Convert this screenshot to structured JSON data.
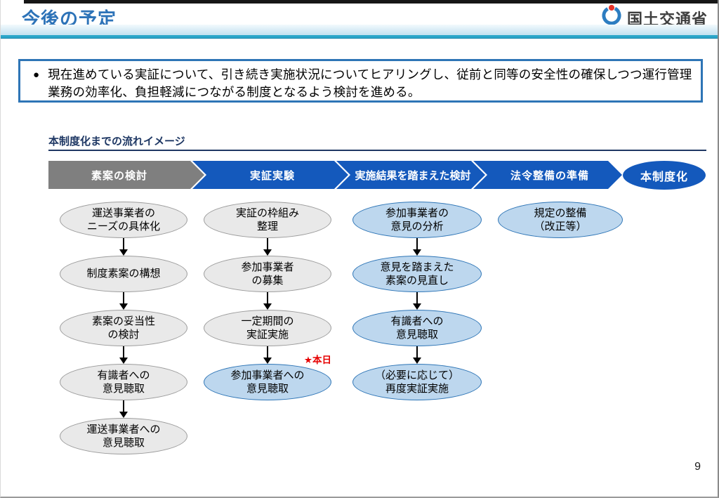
{
  "header": {
    "title": "今後の予定",
    "agency": "国土交通省"
  },
  "summary": {
    "bullet": "●",
    "text": "現在進めている実証について、引き続き実施状況についてヒアリングし、従前と同等の安全性の確保しつつ運行管理業務の効率化、負担軽減につながる制度となるよう検討を進める。"
  },
  "flow": {
    "title": "本制度化までの流れイメージ",
    "phases": [
      {
        "label": "素案の検討",
        "color": "#7f7f7f"
      },
      {
        "label": "実証実験",
        "color": "#1459bc"
      },
      {
        "label": "実施結果を踏まえた検討",
        "color": "#1459bc"
      },
      {
        "label": "法令整備の準備",
        "color": "#1459bc"
      }
    ],
    "final": {
      "label": "本制度化",
      "color": "#1459bc"
    },
    "today_marker": "★本日",
    "columns": [
      {
        "phase": "素案の検討",
        "steps": [
          {
            "label": "運送事業者の\nニーズの具体化",
            "variant": "gray"
          },
          {
            "label": "制度素案の構想",
            "variant": "gray"
          },
          {
            "label": "素案の妥当性\nの検討",
            "variant": "gray"
          },
          {
            "label": "有識者への\n意見聴取",
            "variant": "gray"
          },
          {
            "label": "運送事業者への\n意見聴取",
            "variant": "gray"
          }
        ]
      },
      {
        "phase": "実証実験",
        "steps": [
          {
            "label": "実証の枠組み\n整理",
            "variant": "gray"
          },
          {
            "label": "参加事業者\nの募集",
            "variant": "gray"
          },
          {
            "label": "一定期間の\n実証実施",
            "variant": "gray"
          },
          {
            "label": "参加事業者への\n意見聴取",
            "variant": "blue",
            "marker": "★本日"
          }
        ]
      },
      {
        "phase": "実施結果を踏まえた検討",
        "steps": [
          {
            "label": "参加事業者の\n意見の分析",
            "variant": "blue"
          },
          {
            "label": "意見を踏まえた\n素案の見直し",
            "variant": "blue"
          },
          {
            "label": "有識者への\n意見聴取",
            "variant": "blue"
          },
          {
            "label": "（必要に応じて）\n再度実証実施",
            "variant": "blue"
          }
        ]
      },
      {
        "phase": "法令整備の準備",
        "steps": [
          {
            "label": "規定の整備\n（改正等）",
            "variant": "blue"
          }
        ]
      }
    ]
  },
  "page_number": "9",
  "colors": {
    "title_blue": "#2d73b8",
    "navy": "#1f3864",
    "teal_band": "#2ba6c9",
    "phase_blue": "#1459bc",
    "phase_gray": "#7f7f7f",
    "node_blue_fill": "#bdd7ee",
    "node_blue_border": "#2e75b6",
    "node_gray_fill": "#e9e9e9",
    "node_gray_border": "#9c9c9c",
    "summary_border": "#2e75b6",
    "today_red": "#e60000"
  }
}
